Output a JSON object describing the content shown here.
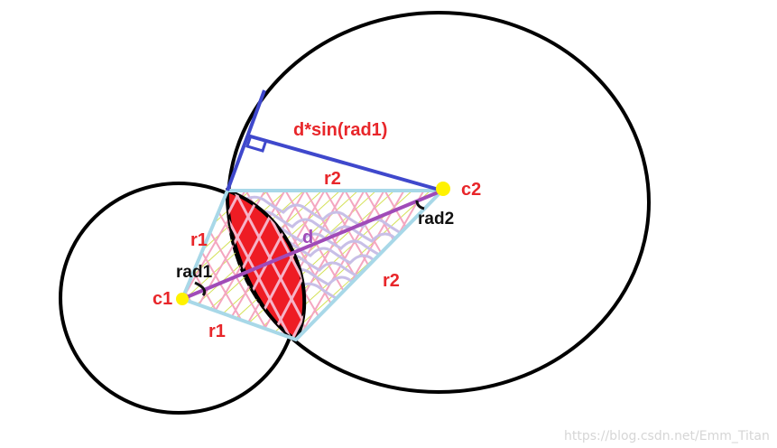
{
  "diagram": {
    "labels": {
      "c1": "c1",
      "c2": "c2",
      "r1_upper": "r1",
      "r1_lower": "r1",
      "r2_upper": "r2",
      "r2_lower": "r2",
      "d": "d",
      "rad1": "rad1",
      "rad2": "rad2",
      "projection": "d*sin(rad1)"
    },
    "watermark": "https://blog.csdn.net/Emm_Titan"
  },
  "colors": {
    "circle_outline": "#000000",
    "quad_edge": "#a8d8e8",
    "lens_fill": "#ee1c24",
    "perpendicular": "#3f48cc",
    "center_line": "#a04bb8",
    "center_point": "#fff200",
    "hatch_pink": "#f4a6c0",
    "hatch_lilac": "#c8bfe7",
    "hatch_yellow": "#d4e157"
  }
}
